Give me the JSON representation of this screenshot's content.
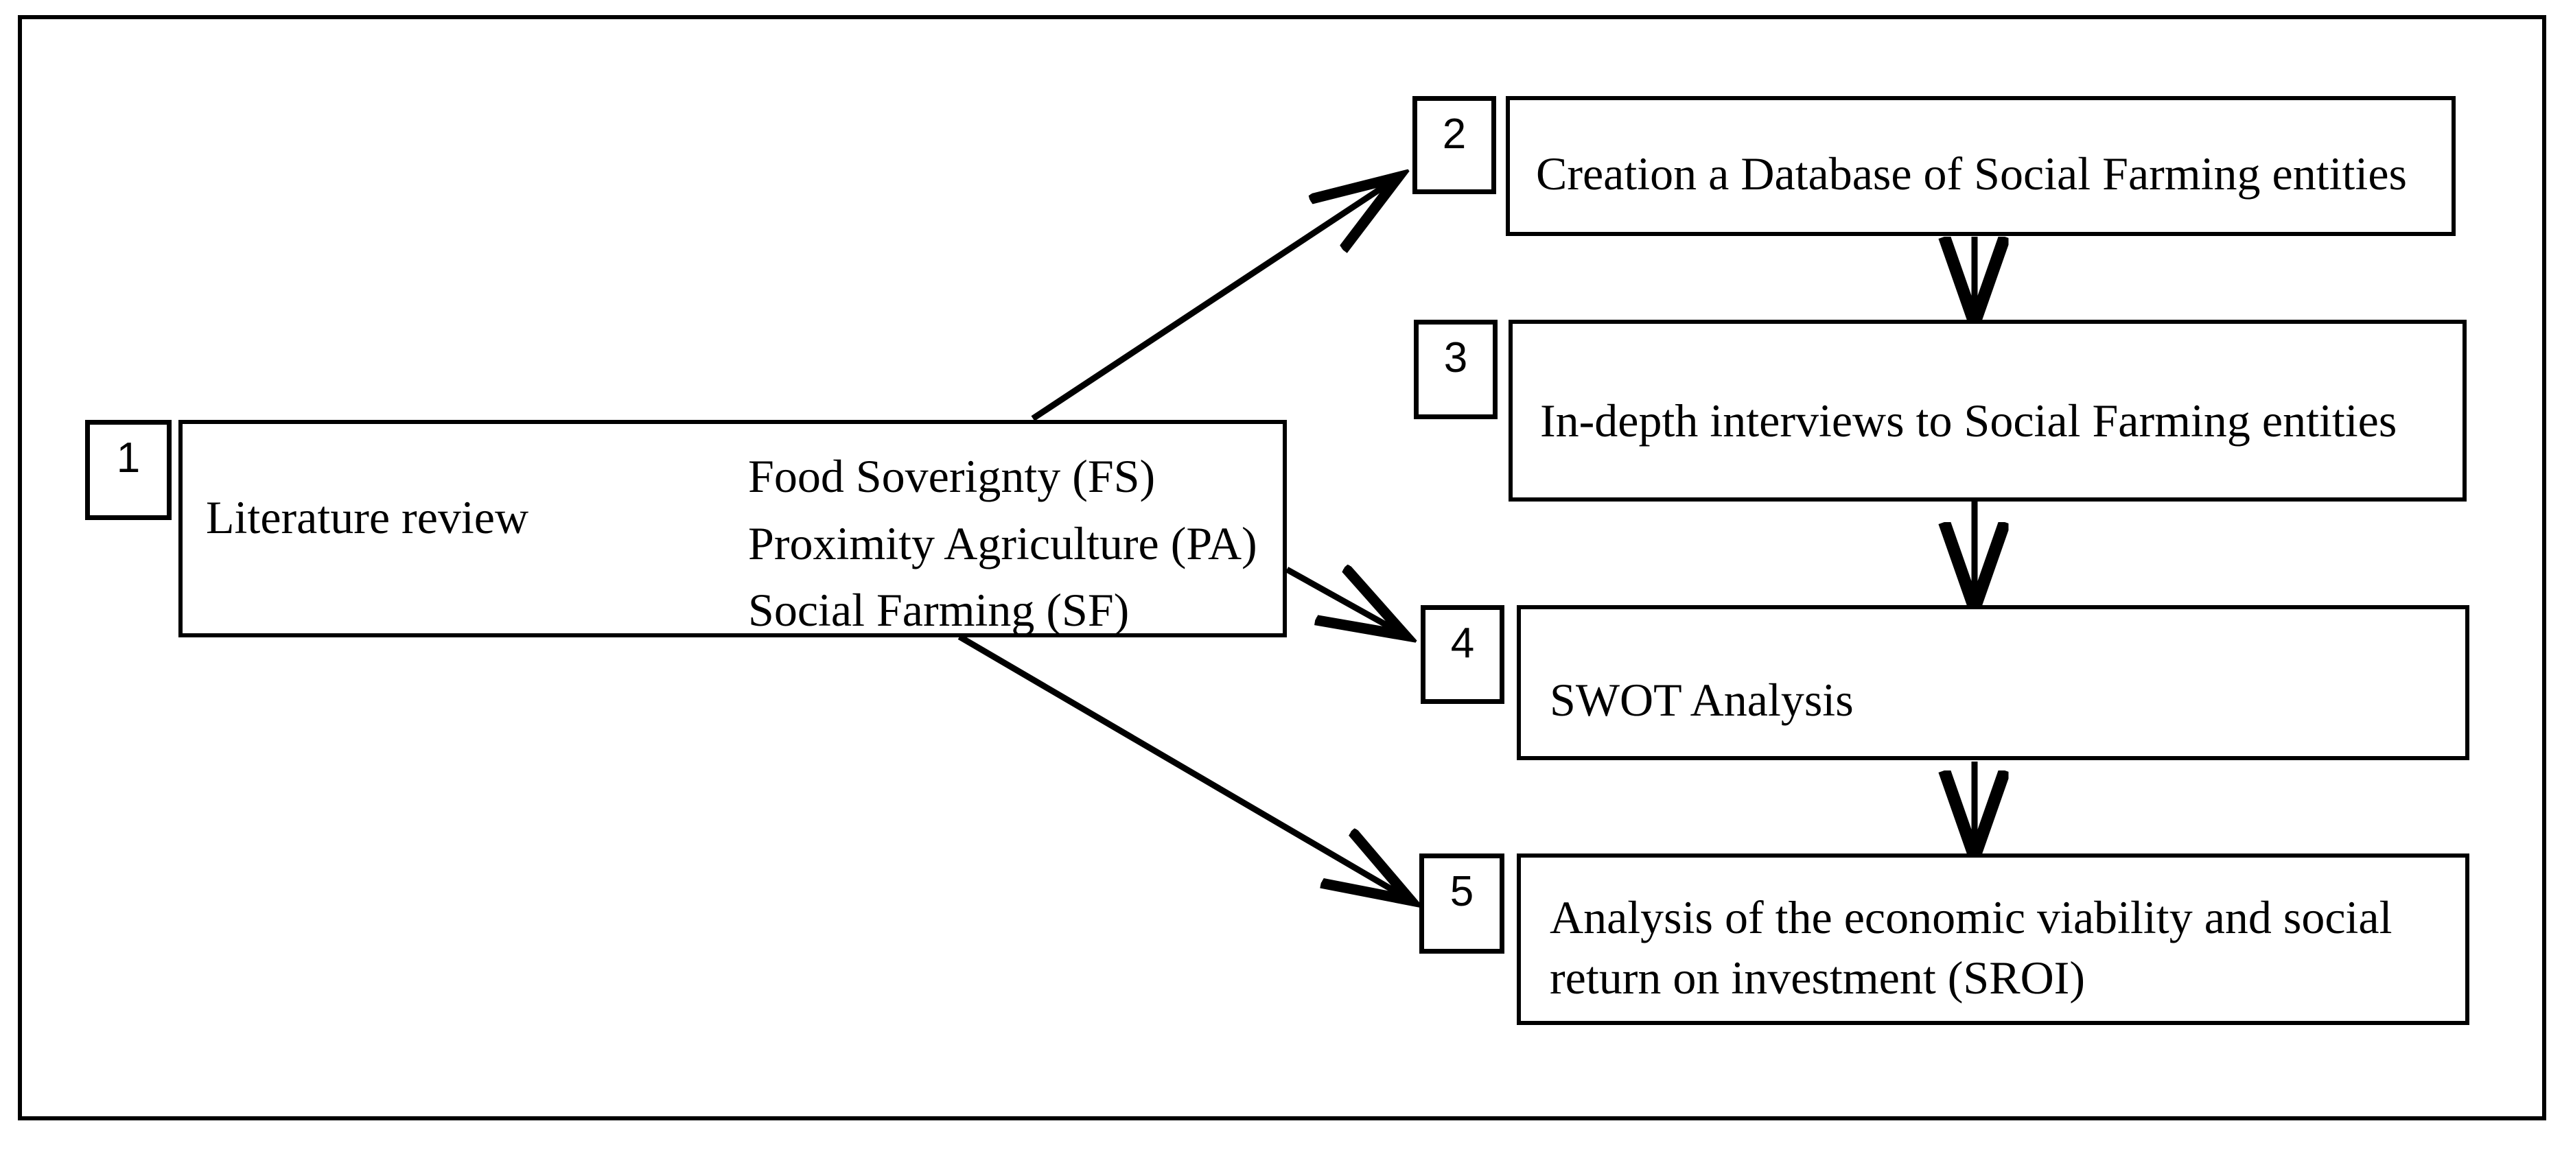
{
  "diagram": {
    "title": "Research methodology flow diagram",
    "type": "flowchart",
    "colors": {
      "stroke": "#000000",
      "background": "#ffffff",
      "text": "#000000"
    },
    "steps": [
      {
        "number": "1",
        "label": "Literature review",
        "branches": [
          "Food Soverignty (FS)",
          "Proximity Agriculture (PA)",
          "Social Farming (SF)"
        ]
      },
      {
        "number": "2",
        "label": "Creation a Database of Social Farming entities"
      },
      {
        "number": "3",
        "label": "In-depth interviews to Social Farming entities"
      },
      {
        "number": "4",
        "label": "SWOT Analysis"
      },
      {
        "number": "5",
        "line1": "Analysis of the economic viability and social",
        "line2": "return on investment (SROI)"
      }
    ],
    "connections": [
      {
        "from": "1",
        "to": "2",
        "style": "diagonal-arrow-up-right"
      },
      {
        "from": "1",
        "to": "4",
        "style": "diagonal-arrow-down-right"
      },
      {
        "from": "1",
        "to": "5",
        "style": "diagonal-arrow-down-right"
      },
      {
        "from": "2",
        "to": "3",
        "style": "vertical-arrow-down"
      },
      {
        "from": "3",
        "to": "4",
        "style": "vertical-arrow-down"
      },
      {
        "from": "4",
        "to": "5",
        "style": "vertical-arrow-down"
      }
    ]
  }
}
